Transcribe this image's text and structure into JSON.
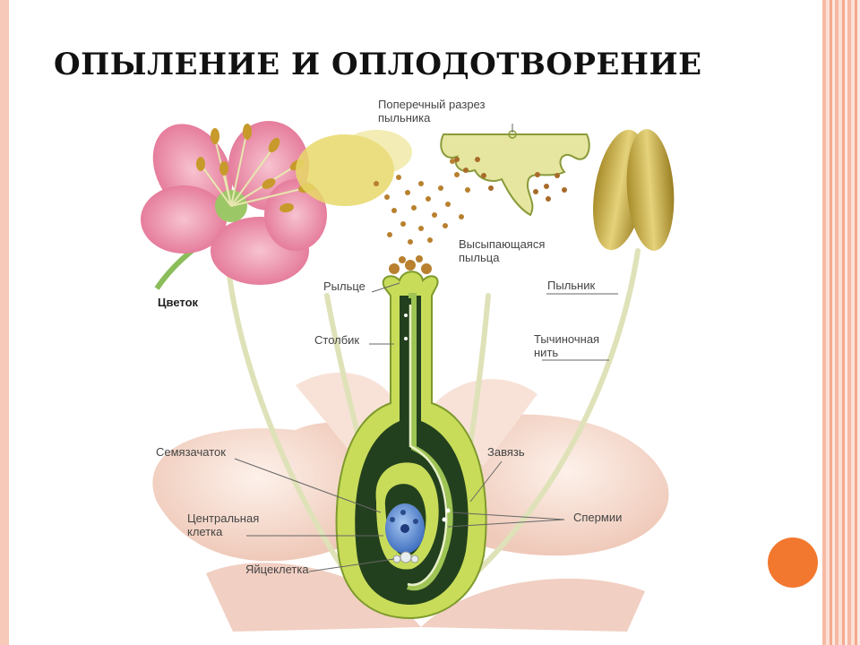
{
  "slide": {
    "title": "ОПЫЛЕНИЕ И ОПЛОДОТВОРЕНИЕ"
  },
  "labels": {
    "cross_section_line1": "Поперечный разрез",
    "cross_section_line2": "пыльника",
    "flower": "Цветок",
    "falling_pollen_line1": "Высыпающаяся",
    "falling_pollen_line2": "пыльца",
    "stigma": "Рыльце",
    "anther": "Пыльник",
    "style": "Столбик",
    "filament_line1": "Тычиночная",
    "filament_line2": "нить",
    "ovule": "Семязачаток",
    "ovary": "Завязь",
    "central_cell_line1": "Центральная",
    "central_cell_line2": "клетка",
    "sperm": "Спермии",
    "egg_cell": "Яйцеклетка"
  },
  "colors": {
    "pistil_light": "#c8dc5a",
    "pistil_dark": "#23401e",
    "petal_pale": "#f6dcd0",
    "flower_pink": "#e9839f",
    "pollen": "#b8802f",
    "anther_yellow": "#c9b048",
    "central_cell": "#5b8fd6",
    "accent_orange": "#f2782f"
  }
}
